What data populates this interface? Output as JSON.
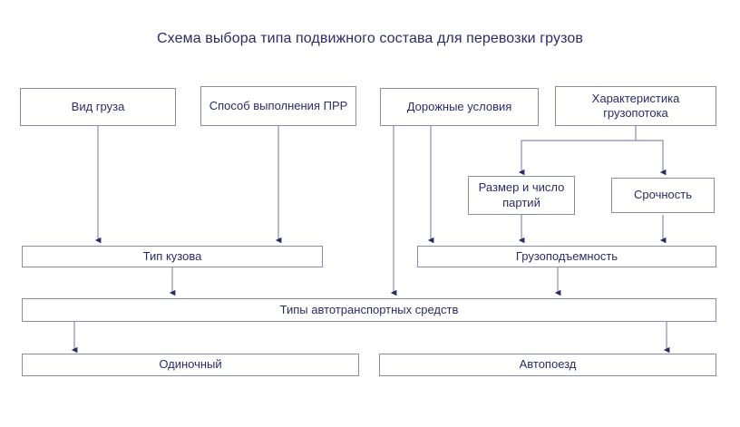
{
  "page": {
    "title": "Схема выбора типа подвижного состава для перевозки грузов",
    "background": "#ffffff",
    "text_color": "#2b2b6b",
    "border_color": "#8b8bab",
    "arrow_color": "#2b2b6b"
  },
  "nodes": {
    "vid_gruza": {
      "label": "Вид груза"
    },
    "sposob_prr": {
      "label": "Способ выполнения ПРР"
    },
    "dorozhnye": {
      "label": "Дорожные условия"
    },
    "harakteristika": {
      "label": "Характеристика грузопотока"
    },
    "razmer": {
      "label": "Размер и число партий"
    },
    "srochnost": {
      "label": "Срочность"
    },
    "tip_kuzova": {
      "label": "Тип кузова"
    },
    "gruzopodemnost": {
      "label": "Грузоподъемность"
    },
    "tipy_avto": {
      "label": "Типы автотранспортных средств"
    },
    "odinochnyy": {
      "label": "Одиночный"
    },
    "avtopoezd": {
      "label": "Автопоезд"
    }
  },
  "edges": [
    {
      "from": "vid_gruza",
      "to": "tip_kuzova"
    },
    {
      "from": "sposob_prr",
      "to": "tip_kuzova"
    },
    {
      "from": "dorozhnye",
      "to": "gruzopodemnost"
    },
    {
      "from": "dorozhnye",
      "to": "tipy_avto"
    },
    {
      "from": "harakteristika",
      "to": "razmer"
    },
    {
      "from": "harakteristika",
      "to": "srochnost"
    },
    {
      "from": "razmer",
      "to": "gruzopodemnost"
    },
    {
      "from": "srochnost",
      "to": "gruzopodemnost"
    },
    {
      "from": "tip_kuzova",
      "to": "tipy_avto"
    },
    {
      "from": "gruzopodemnost",
      "to": "tipy_avto"
    },
    {
      "from": "tipy_avto",
      "to": "odinochnyy"
    },
    {
      "from": "tipy_avto",
      "to": "avtopoezd"
    }
  ]
}
